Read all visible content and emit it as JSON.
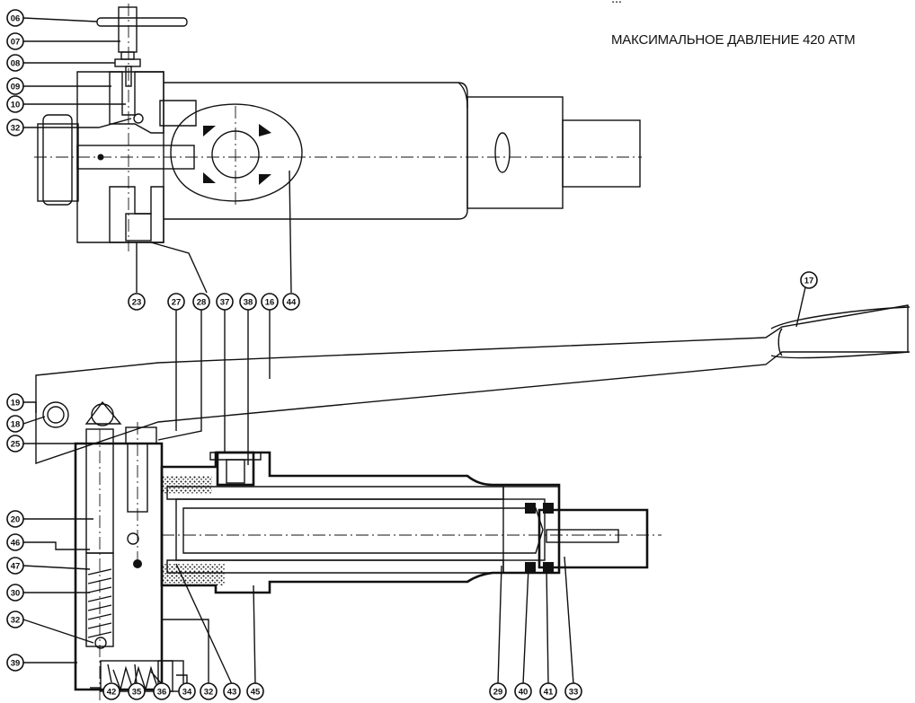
{
  "captions": {
    "top_cut": "...",
    "max_pressure": "МАКСИМАЛЬНОЕ ДАВЛЕНИЕ 420 АТМ"
  },
  "callouts": {
    "c06": "06",
    "c07": "07",
    "c08": "08",
    "c09": "09",
    "c10": "10",
    "c32a": "32",
    "c23": "23",
    "c27": "27",
    "c28": "28",
    "c37": "37",
    "c38": "38",
    "c16": "16",
    "c44": "44",
    "c17": "17",
    "c19": "19",
    "c18": "18",
    "c25": "25",
    "c20": "20",
    "c46": "46",
    "c47": "47",
    "c30": "30",
    "c32b": "32",
    "c39": "39",
    "c42": "42",
    "c35": "35",
    "c36": "36",
    "c34": "34",
    "c32c": "32",
    "c43": "43",
    "c45": "45",
    "c29": "29",
    "c40": "40",
    "c41": "41",
    "c33": "33"
  }
}
